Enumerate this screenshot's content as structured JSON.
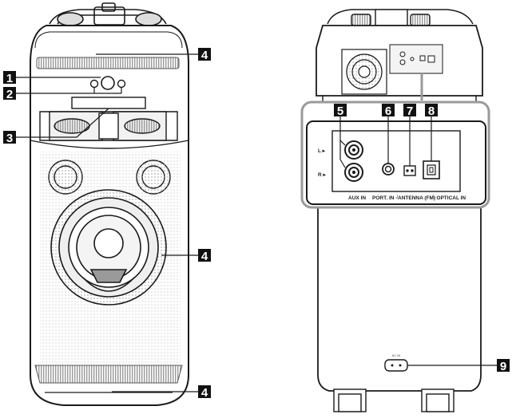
{
  "callouts": {
    "c1": "1",
    "c2": "2",
    "c3": "3",
    "c4a": "4",
    "c4b": "4",
    "c4c": "4",
    "c5": "5",
    "c6": "6",
    "c7": "7",
    "c8": "8",
    "c9": "9"
  },
  "rear_panel": {
    "channel_l": "L ▸",
    "channel_r": "R ▸",
    "aux_in": "AUX IN",
    "port_in": "PORT. IN ┘",
    "antenna": "ANTENNA (FM)",
    "optical_in": "└ OPTICAL IN",
    "ac_in": "AC IN"
  },
  "colors": {
    "outline": "#1a1a1a",
    "callout_bg": "#111111",
    "panel_gray": "#9a9a9a",
    "light_fill": "#e6e6e6"
  }
}
